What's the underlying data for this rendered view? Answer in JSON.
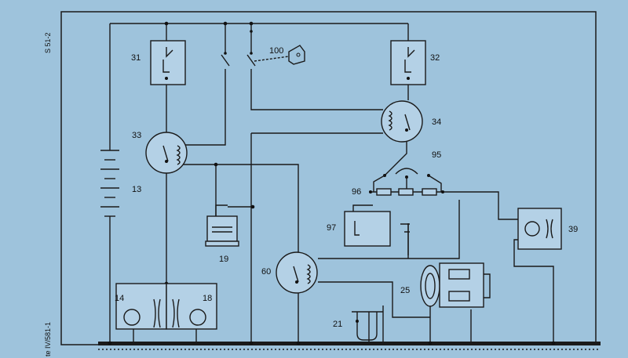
{
  "diagram": {
    "side_code_top": "S 51-2",
    "side_code_bottom": "te IV/581-1",
    "labels": {
      "c31": "31",
      "c32": "32",
      "c100": "100",
      "c33": "33",
      "c34": "34",
      "c95": "95",
      "c96": "96",
      "c13": "13",
      "c19": "19",
      "c97": "97",
      "c39": "39",
      "c60": "60",
      "c25": "25",
      "c14": "14",
      "c18": "18",
      "c21": "21"
    }
  },
  "colors": {
    "background": "#9ec3dc",
    "line": "#1a1a1a"
  }
}
